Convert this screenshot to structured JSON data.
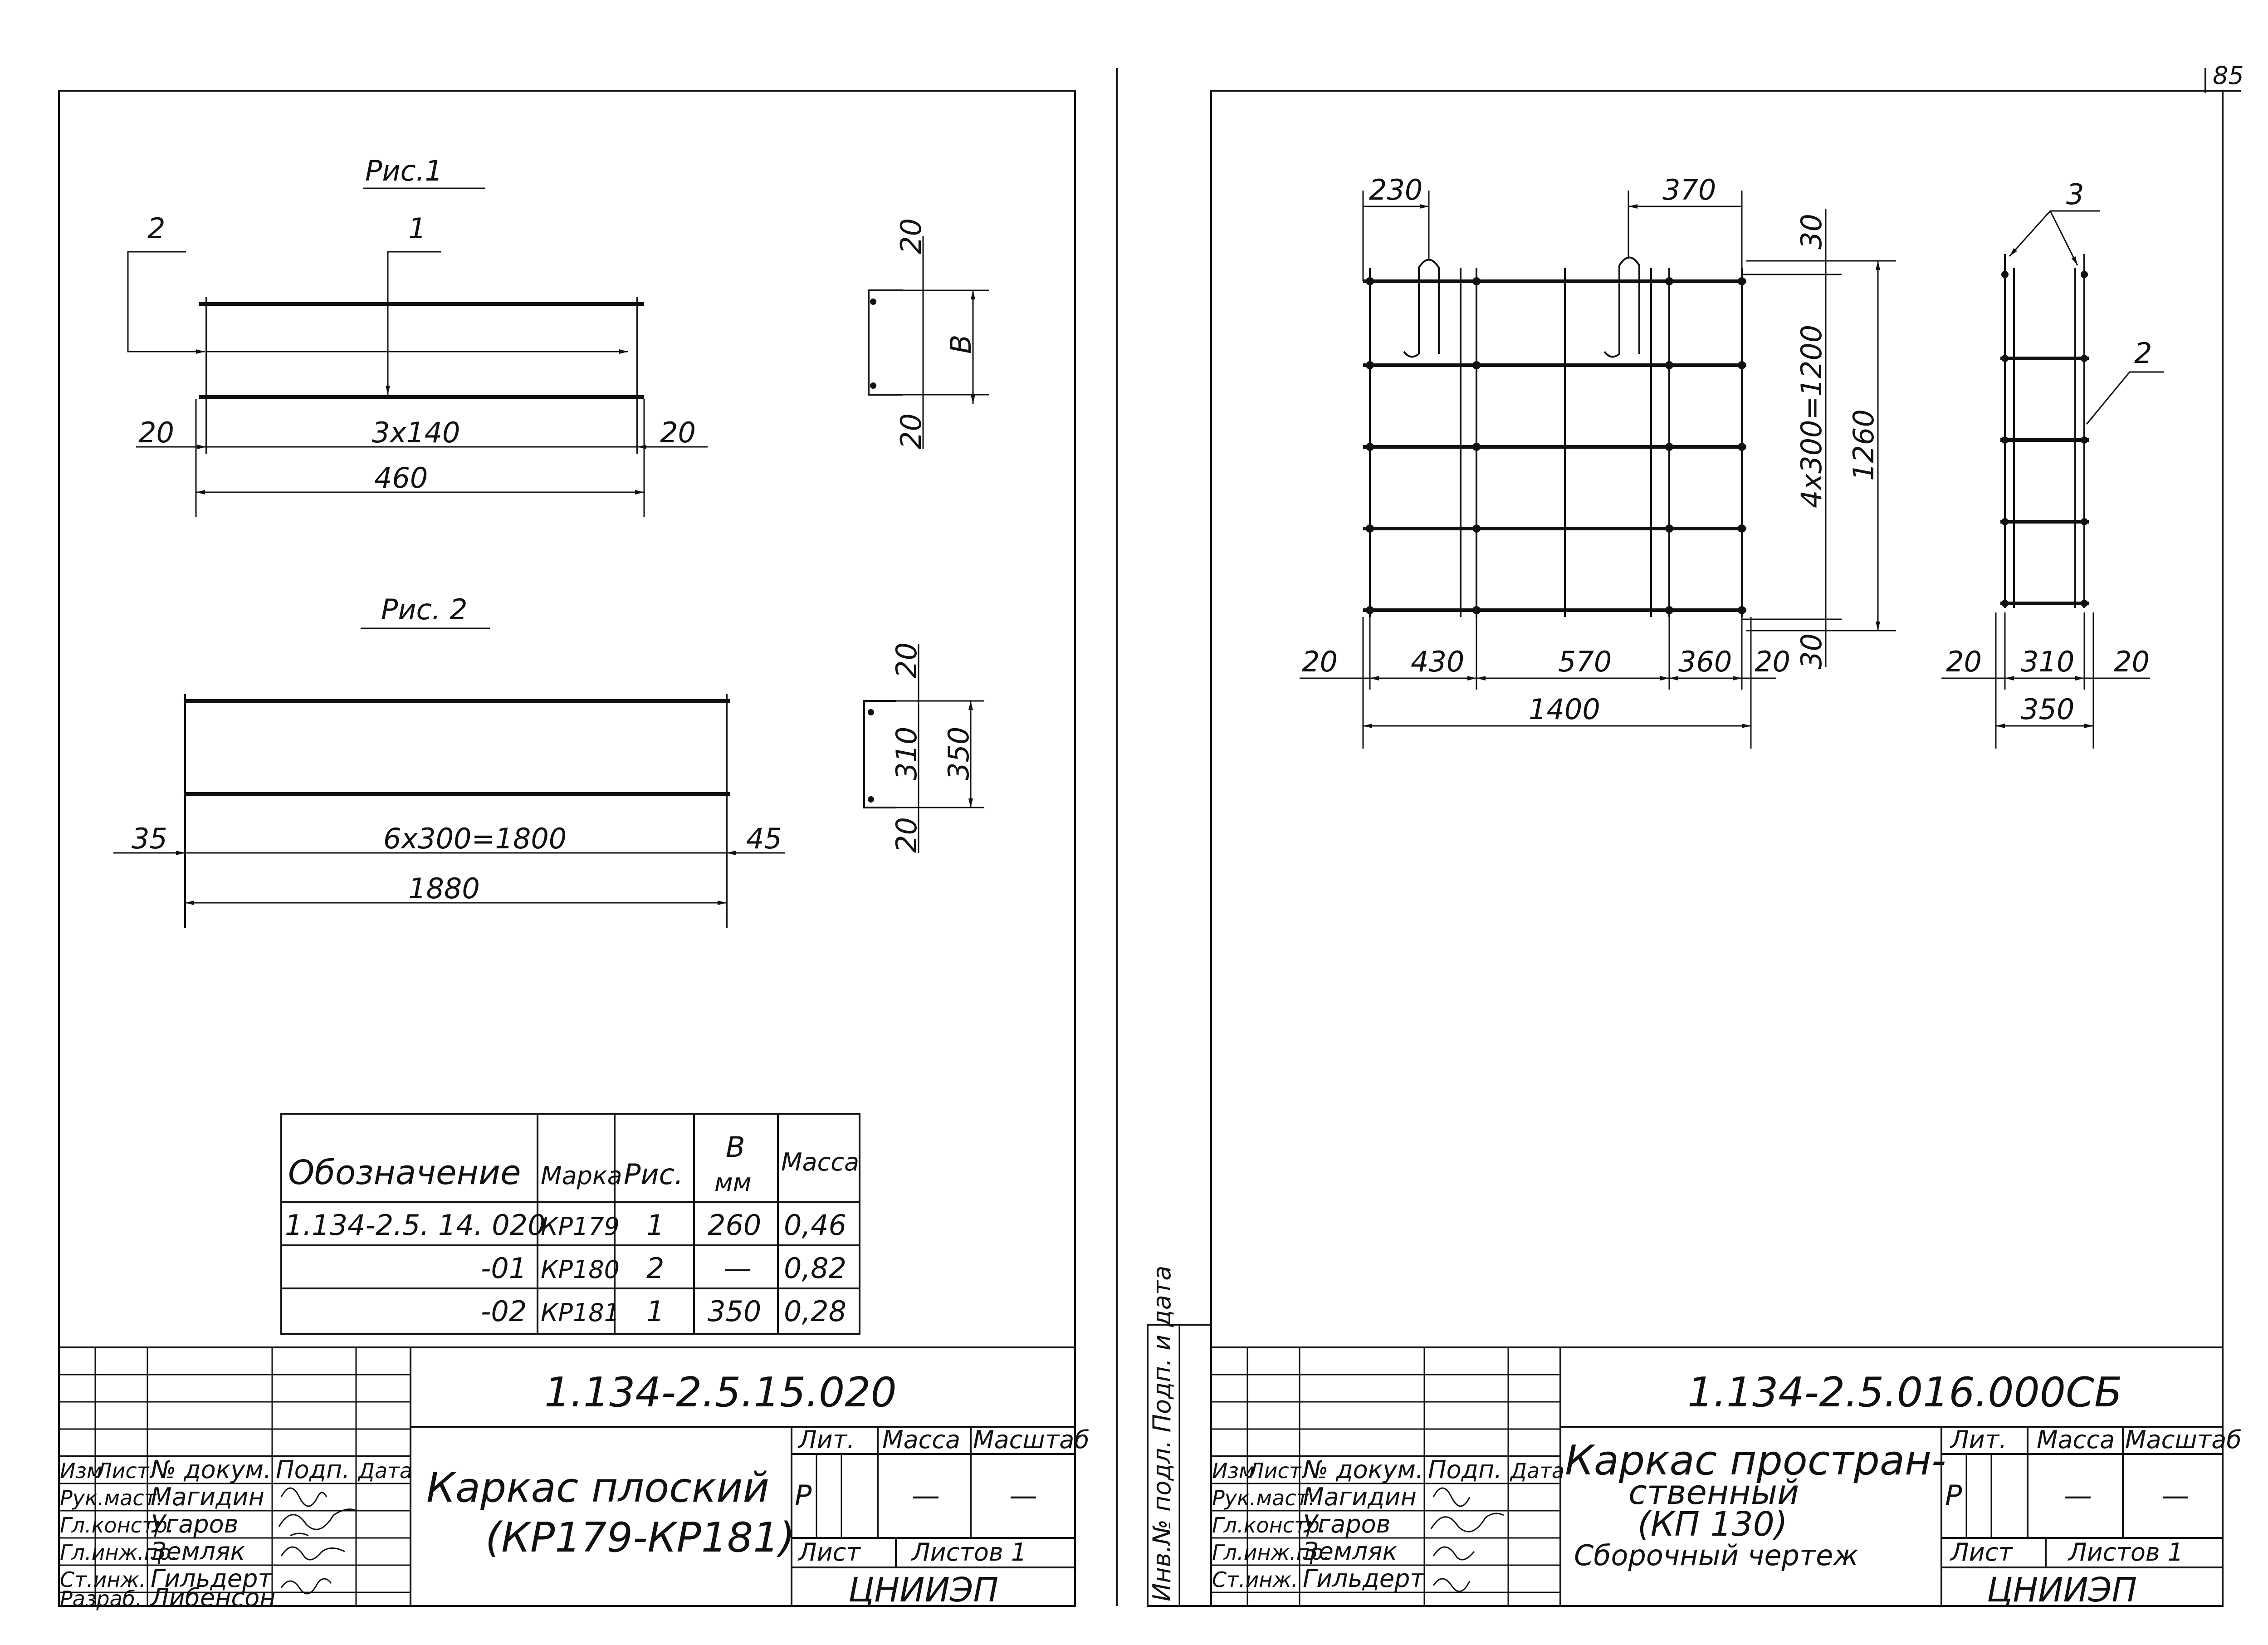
{
  "page_number": "85",
  "left_sheet": {
    "fig1": {
      "title": "Рис.1",
      "callouts": [
        "2",
        "1"
      ],
      "dims": {
        "spacing": "3x140",
        "total": "460",
        "edge_left": "20",
        "edge_right": "20"
      },
      "section": {
        "top": "20",
        "var": "B",
        "bottom": "20"
      }
    },
    "fig2": {
      "title": "Рис. 2",
      "dims": {
        "spacing": "6x300=1800",
        "total": "1880",
        "edge_left": "35",
        "edge_right": "45"
      },
      "section": {
        "top": "20",
        "inner": "310",
        "outer": "350",
        "bottom": "20"
      }
    },
    "spec_table": {
      "headers": [
        "Обозначение",
        "Марка",
        "Рис.",
        "B мм",
        "Масса"
      ],
      "header_b_line1": "B",
      "header_b_line2": "мм",
      "rows": [
        [
          "1.134-2.5. 14. 020",
          "КР179",
          "1",
          "260",
          "0,46"
        ],
        [
          "-01",
          "КР180",
          "2",
          "—",
          "0,82"
        ],
        [
          "-02",
          "КР181",
          "1",
          "350",
          "0,28"
        ]
      ]
    },
    "title_block": {
      "code": "1.134-2.5.15.020",
      "name_line1": "Каркас плоский",
      "name_line2": "(КР179-КР181)",
      "hdr_izm": "Изм",
      "hdr_list": "Лист",
      "hdr_doc": "№ докум.",
      "hdr_sign": "Подп.",
      "hdr_date": "Дата",
      "staff": [
        [
          "Рук.маст.",
          "Магидин"
        ],
        [
          "Гл.констр.",
          "Угаров"
        ],
        [
          "Гл.инж.пр.",
          "Земляк"
        ],
        [
          "Ст.инж.",
          "Гильдерт"
        ],
        [
          "Разраб.",
          "Либенсон"
        ]
      ],
      "lit_label": "Лит.",
      "mass_label": "Масса",
      "scale_label": "Масштаб",
      "lit_value": "Р",
      "mass_value": "—",
      "scale_value": "—",
      "sheet_label": "Лист",
      "sheets_label": "Листов 1",
      "org": "ЦНИИЭП"
    }
  },
  "right_sheet": {
    "front_view": {
      "top_dims": [
        "230",
        "370"
      ],
      "bottom_dims": [
        "20",
        "430",
        "570",
        "360",
        "20"
      ],
      "total": "1400",
      "vertical": {
        "top": "30",
        "spacing": "4x300=1200",
        "total": "1260",
        "bottom": "30"
      }
    },
    "side_view": {
      "callouts": [
        "3",
        "2"
      ],
      "dims": {
        "left": "20",
        "inner": "310",
        "right": "20",
        "total": "350"
      }
    },
    "title_block": {
      "code": "1.134-2.5.016.000СБ",
      "name_line1": "Каркас простран-",
      "name_line2": "ственный",
      "name_line3": "(КП 130)",
      "name_line4": "Сборочный чертеж",
      "hdr_izm": "Изм",
      "hdr_list": "Лист",
      "hdr_doc": "№ докум.",
      "hdr_sign": "Подп.",
      "hdr_date": "Дата",
      "staff": [
        [
          "Рук.маст.",
          "Магидин"
        ],
        [
          "Гл.констр.",
          "Угаров"
        ],
        [
          "Гл.инж.пр.",
          "Земляк"
        ],
        [
          "Ст.инж.",
          "Гильдерт"
        ]
      ],
      "lit_label": "Лит.",
      "mass_label": "Масса",
      "scale_label": "Масштаб",
      "lit_value": "Р",
      "mass_value": "—",
      "scale_value": "—",
      "sheet_label": "Лист",
      "sheets_label": "Листов 1",
      "org": "ЦНИИЭП",
      "side_stamp": "Инв.№ подл. Подп. и дата"
    }
  }
}
